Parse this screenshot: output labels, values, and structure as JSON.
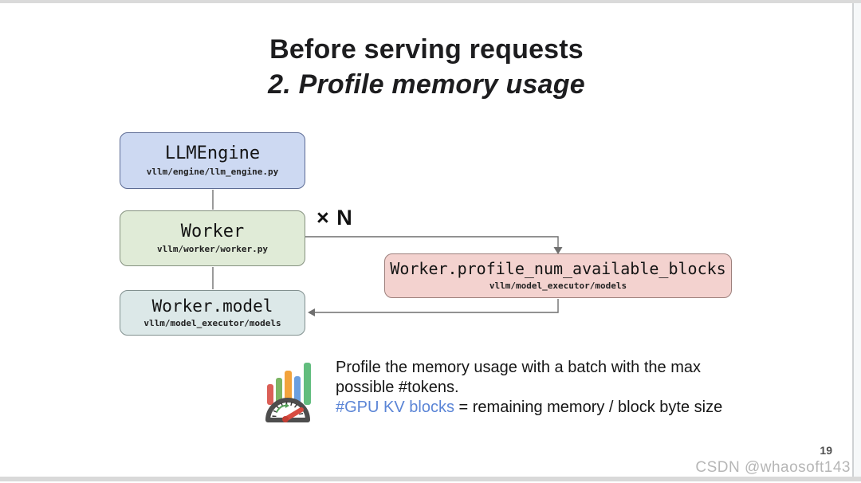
{
  "slide": {
    "title_line1": "Before serving requests",
    "title_line2": "2. Profile memory usage",
    "page_number": "19",
    "watermark": "CSDN @whaosoft143"
  },
  "diagram": {
    "multiplier_label": "× N",
    "boxes": [
      {
        "name": "llm-engine",
        "title": "LLMEngine",
        "subtitle": "vllm/engine/llm_engine.py",
        "fill": "#cdd9f2",
        "border": "#5c6b94"
      },
      {
        "name": "worker",
        "title": "Worker",
        "subtitle": "vllm/worker/worker.py",
        "fill": "#e0ebd7",
        "border": "#85917f"
      },
      {
        "name": "worker-model",
        "title": "Worker.model",
        "subtitle": "vllm/model_executor/models",
        "fill": "#dce8e8",
        "border": "#81908f"
      },
      {
        "name": "worker-profile",
        "title": "Worker.profile_num_available_blocks",
        "subtitle": "vllm/model_executor/models",
        "fill": "#f3d2cf",
        "border": "#9c7f7b"
      }
    ],
    "connector_color": "#6f6f6f"
  },
  "note": {
    "line1": "Profile the memory usage with a batch with the max",
    "line2": "possible #tokens.",
    "line3_highlight": "#GPU KV blocks",
    "line3_rest": " = remaining memory / block byte size",
    "highlight_color": "#5b85d6"
  },
  "icons": {
    "gauge": "performance-gauge-chart-icon"
  }
}
